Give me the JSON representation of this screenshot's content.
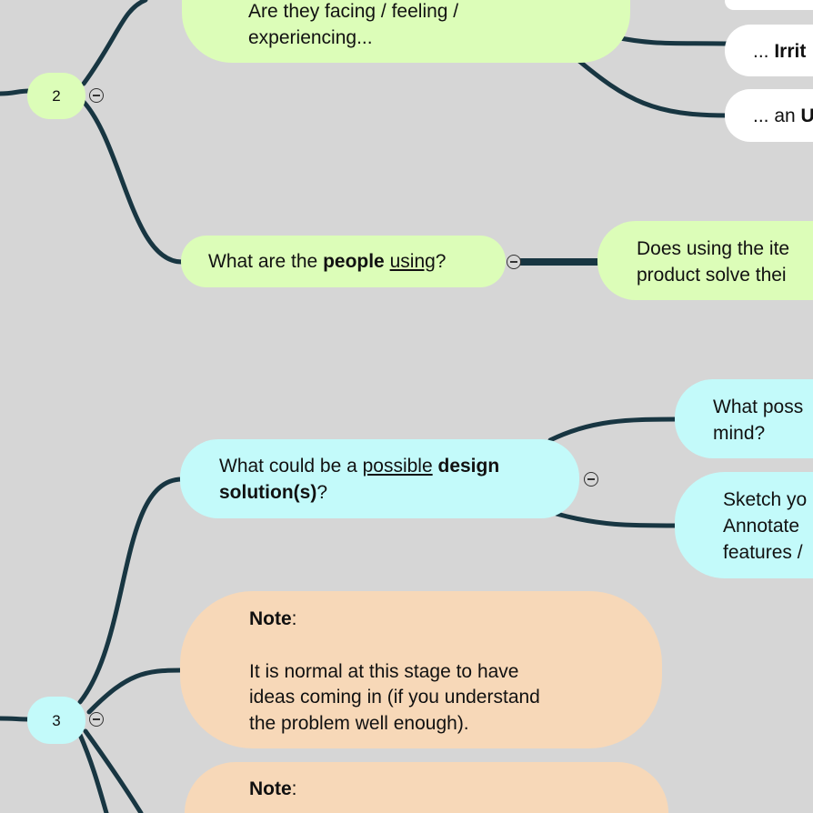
{
  "colors": {
    "background": "#d6d6d6",
    "line": "#183642",
    "green": "#dcfdb8",
    "cyan": "#c3fafa",
    "peach": "#f7d8b8"
  },
  "branch2": {
    "label": "2",
    "facing": {
      "line1": "Are they facing / feeling /",
      "line2": "experiencing..."
    },
    "irritation": {
      "prefix": "... ",
      "bold": "Irrit"
    },
    "an": {
      "prefix": "... an ",
      "bold": "U"
    },
    "using": {
      "t1": "What are the ",
      "t2": "people",
      "t3": " ",
      "t4": "using",
      "t5": "?"
    },
    "does": {
      "line1": "Does using the ite",
      "line2": "product solve thei"
    }
  },
  "branch3": {
    "label": "3",
    "design": {
      "t1": "What could be a ",
      "t2": "possible",
      "t3": " ",
      "t4": "design",
      "t5": "solution(s)",
      "t6": "?"
    },
    "possible": {
      "line1": "What poss",
      "line2": "mind?"
    },
    "sketch": {
      "line1": "Sketch yo",
      "line2": "Annotate",
      "line3": "features /"
    },
    "note1": {
      "title": "Note",
      "colon": ":",
      "line1": "It is normal at this stage to have",
      "line2": "ideas coming in (if you understand",
      "line3": "the problem well enough)."
    },
    "note2": {
      "title": "Note",
      "colon": ":"
    }
  }
}
